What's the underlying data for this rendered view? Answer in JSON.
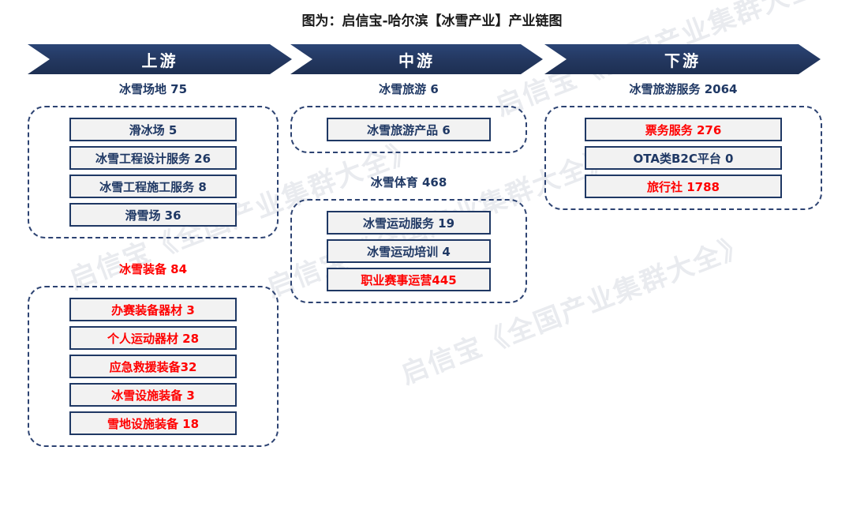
{
  "title": "图为：启信宝-哈尔滨【冰雪产业】产业链图",
  "watermark": {
    "text": "启信宝《全国产业集群大全》",
    "color": "#e9ebef"
  },
  "colors": {
    "navy": "#1f3864",
    "banner": "#23375f",
    "red": "#ff0000",
    "node_fill": "#f2f2f2"
  },
  "banners": [
    {
      "label": "上游"
    },
    {
      "label": "中游"
    },
    {
      "label": "下游"
    }
  ],
  "columns": {
    "upstream": {
      "groups": [
        {
          "label": "冰雪场地 75",
          "label_red": false,
          "nodes": [
            {
              "label": "滑冰场 5",
              "red": false
            },
            {
              "label": "冰雪工程设计服务 26",
              "red": false
            },
            {
              "label": "冰雪工程施工服务 8",
              "red": false
            },
            {
              "label": "滑雪场 36",
              "red": false
            }
          ]
        },
        {
          "label": "冰雪装备 84",
          "label_red": true,
          "nodes": [
            {
              "label": "办赛装备器材 3",
              "red": true
            },
            {
              "label": "个人运动器材 28",
              "red": true
            },
            {
              "label": "应急救援装备32",
              "red": true
            },
            {
              "label": "冰雪设施装备 3",
              "red": true
            },
            {
              "label": "雪地设施装备 18",
              "red": true
            }
          ]
        }
      ]
    },
    "midstream": {
      "groups": [
        {
          "label": "冰雪旅游 6",
          "label_red": false,
          "nodes": [
            {
              "label": "冰雪旅游产品 6",
              "red": false
            }
          ]
        },
        {
          "label": "冰雪体育 468",
          "label_red": false,
          "nodes": [
            {
              "label": "冰雪运动服务 19",
              "red": false
            },
            {
              "label": "冰雪运动培训 4",
              "red": false
            },
            {
              "label": "职业赛事运营445",
              "red": true
            }
          ]
        }
      ]
    },
    "downstream": {
      "groups": [
        {
          "label": "冰雪旅游服务 2064",
          "label_red": false,
          "nodes": [
            {
              "label": "票务服务 276",
              "red": true
            },
            {
              "label": "OTA类B2C平台 0",
              "red": false
            },
            {
              "label": "旅行社 1788",
              "red": true
            }
          ]
        }
      ]
    }
  }
}
